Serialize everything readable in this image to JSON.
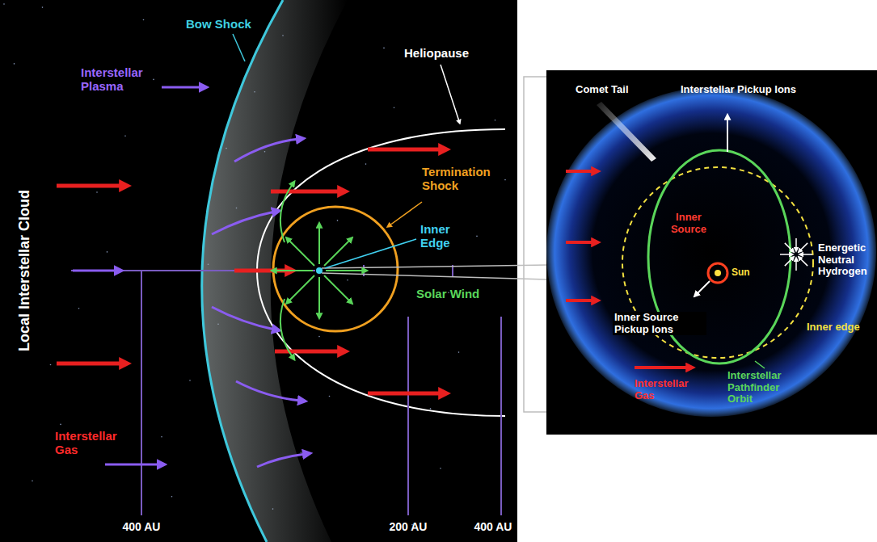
{
  "diagram": {
    "labels": [
      "Bow Shock",
      "Interstellar Plasma",
      "Heliopause",
      "Termination Shock",
      "Local Interstellar Cloud",
      "Inner Edge",
      "Solar Wind",
      "Interstellar Gas",
      "400 AU",
      "200 AU",
      "400 AU",
      "Comet Tail",
      "Interstellar Pickup Ions",
      "Inner Source",
      "Energetic Neutral Hydrogen",
      "Sun",
      "Inner Source Pickup Ions",
      "Inner edge",
      "Interstellar Pathfinder Orbit",
      "Interstellar Gas"
    ]
  }
}
